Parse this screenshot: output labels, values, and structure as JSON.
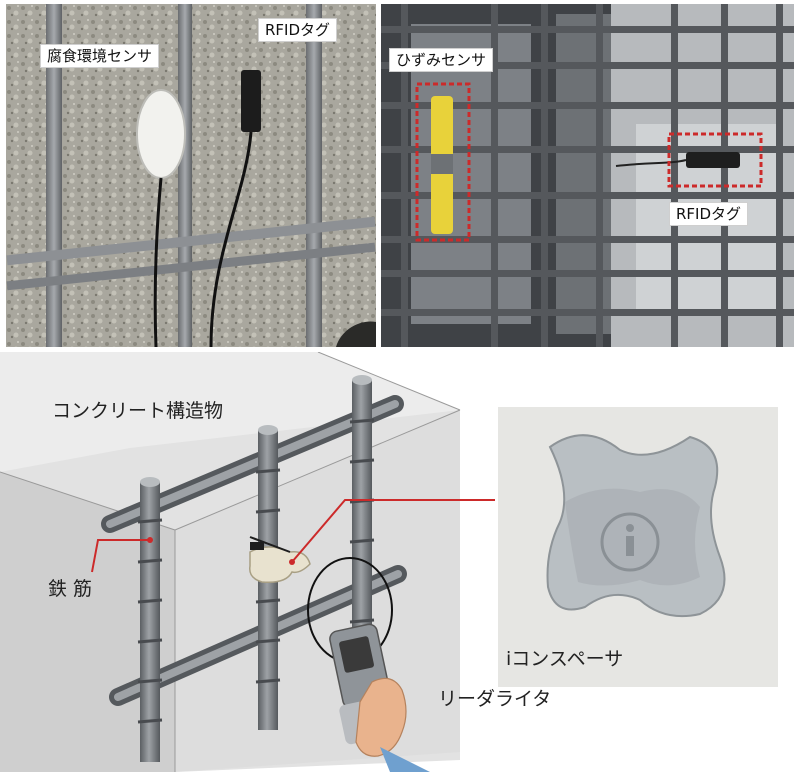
{
  "photo_left": {
    "labels": {
      "corrosion_sensor": "腐食環境センサ",
      "rfid_tag": "RFIDタグ"
    }
  },
  "photo_right": {
    "labels": {
      "strain_sensor": "ひずみセンサ",
      "rfid_tag": "RFIDタグ"
    }
  },
  "diagram": {
    "labels": {
      "structure": "コンクリート構造物",
      "rebar": "鉄 筋",
      "spacer": "iコンスペーサ",
      "reader": "リーダライタ"
    }
  },
  "colors": {
    "callout_red": "#cc2a2a",
    "rebar": "#7f8388",
    "concrete_box": "#e4e4e4",
    "sensor_yellow": "#e8d23a"
  }
}
